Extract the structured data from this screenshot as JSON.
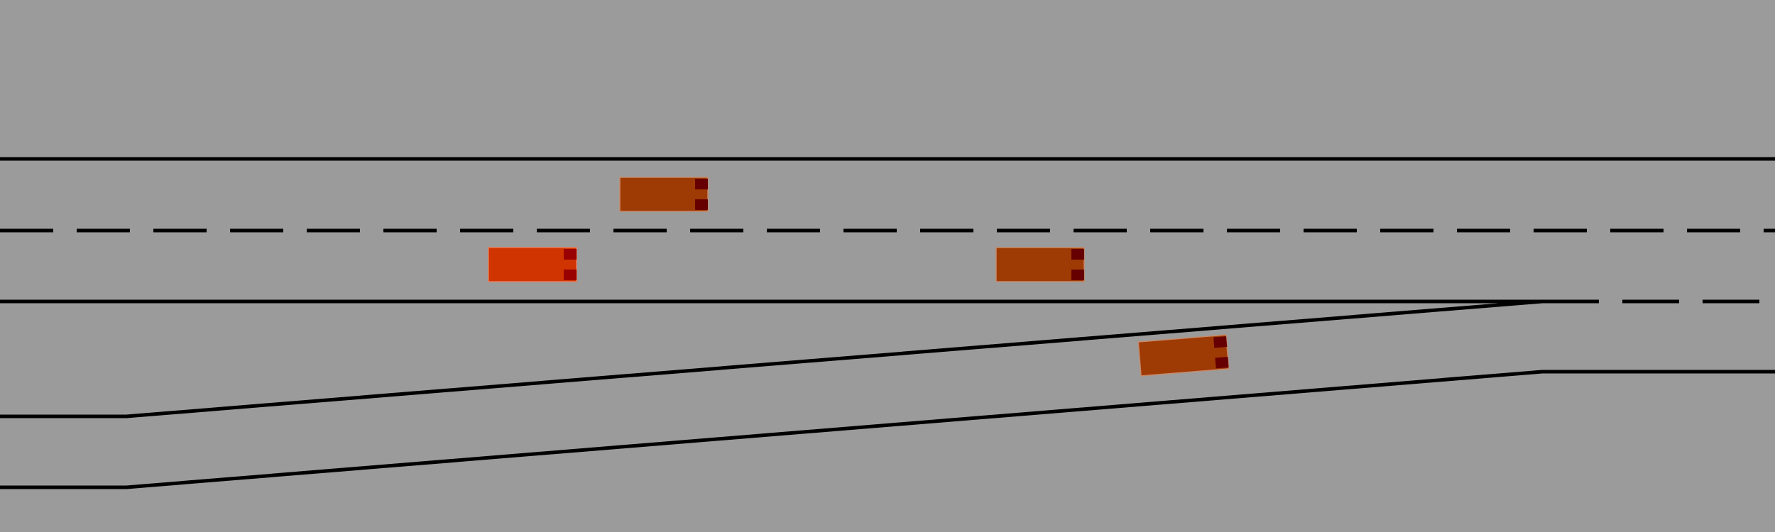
{
  "scene": {
    "type": "highway-merge-simulation",
    "background_color": "#9b9b9b",
    "line_color": "#000000",
    "vehicles": [
      {
        "id": "ego",
        "role": "ego-vehicle",
        "body_color": "#d03400",
        "light_color": "#990000"
      },
      {
        "id": "car-1",
        "role": "other-vehicle",
        "body_color": "#9e3a03",
        "light_color": "#660000"
      },
      {
        "id": "car-2",
        "role": "other-vehicle",
        "body_color": "#9e3a03",
        "light_color": "#660000"
      },
      {
        "id": "car-3",
        "role": "other-vehicle",
        "body_color": "#9e3a03",
        "light_color": "#660000"
      }
    ]
  }
}
